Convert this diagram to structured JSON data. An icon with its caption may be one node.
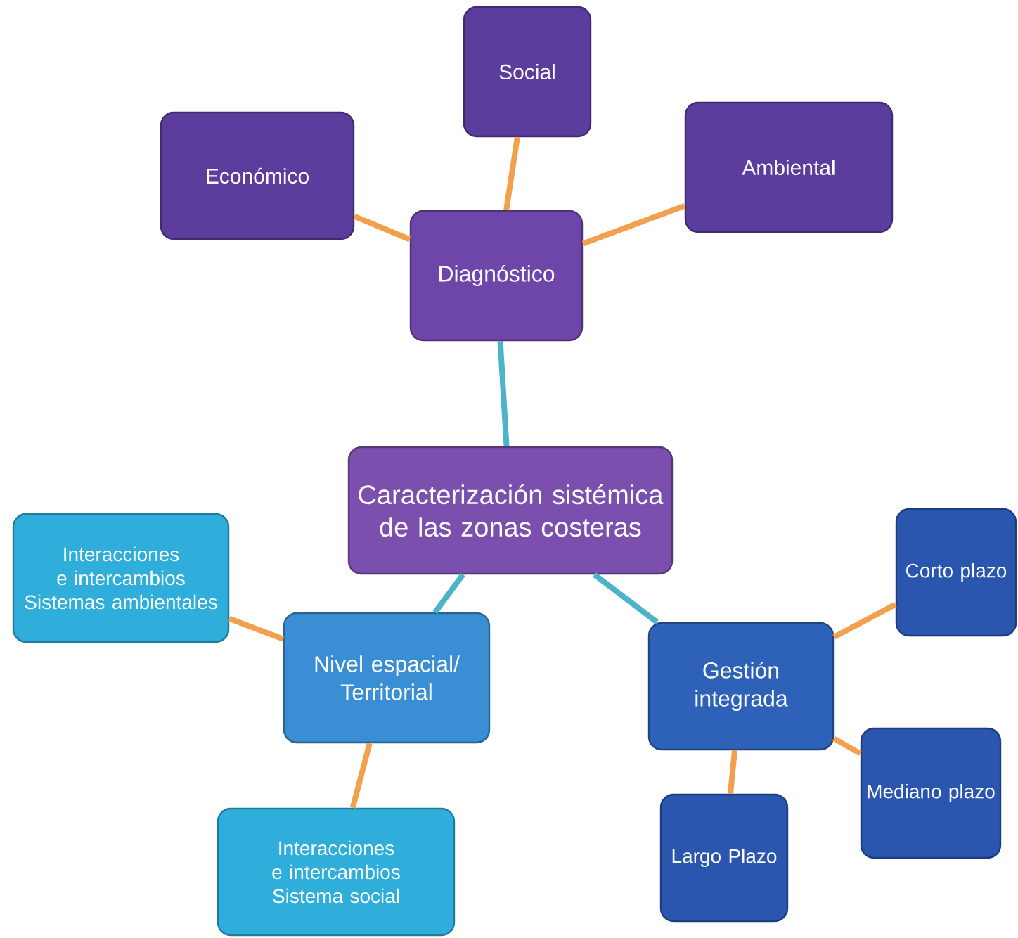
{
  "diagram": {
    "nodes": [
      {
        "text": [
          "Diagnóstico"
        ]
      },
      {
        "text": [
          "Económico"
        ]
      },
      {
        "text": [
          "Social"
        ]
      },
      {
        "text": [
          "Ambiental"
        ]
      },
      {
        "text": [
          "Caracterización sistémica de las zonas costeras"
        ]
      },
      {
        "text": [
          "Nivel espacial/ Territorial"
        ]
      },
      {
        "text": [
          "Interacciones e intercambios Sistemas ambientales"
        ]
      },
      {
        "text": [
          "Interacciones e intercambios Sistema social"
        ]
      },
      {
        "text": [
          "Gestión integrada"
        ]
      },
      {
        "text": [
          "Corto plazo"
        ]
      },
      {
        "text": [
          "Mediano plazo"
        ]
      },
      {
        "text": [
          "Largo Plazo"
        ]
      }
    ],
    "edges": [
      {
        "from": 0,
        "to": 1,
        "arrow": "none"
      },
      {
        "from": 0,
        "to": 2,
        "arrow": "none"
      },
      {
        "from": 0,
        "to": 3,
        "arrow": "none"
      },
      {
        "from": 4,
        "to": 0,
        "arrow": "none",
        "color": "#4db3c9"
      },
      {
        "from": 4,
        "to": 5,
        "arrow": "none",
        "color": "#4db3c9"
      },
      {
        "from": 4,
        "to": 8,
        "arrow": "none",
        "color": "#4db3c9"
      },
      {
        "from": 5,
        "to": 6,
        "arrow": "none"
      },
      {
        "from": 5,
        "to": 7,
        "arrow": "none"
      },
      {
        "from": 8,
        "to": 9,
        "arrow": "none"
      },
      {
        "from": 8,
        "to": 10,
        "arrow": "none"
      },
      {
        "from": 8,
        "to": 11,
        "arrow": "none"
      }
    ]
  }
}
